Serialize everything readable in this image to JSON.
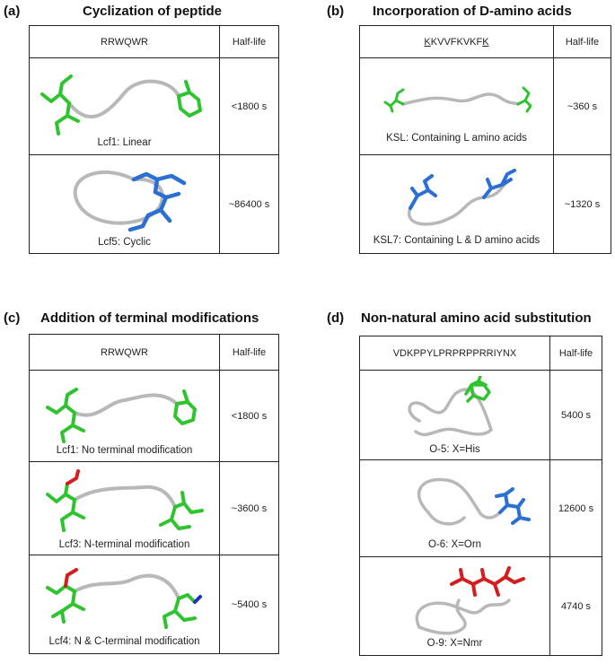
{
  "colors": {
    "green": "#2fc42f",
    "blue": "#2b6fd3",
    "red": "#d21e1e",
    "backbone": "#b8b8b8"
  },
  "panels": [
    {
      "label": "(a)",
      "title": "Cyclization of peptide",
      "seq": "RRWQWR",
      "hl_header": "Half-life",
      "rows": [
        {
          "caption": "Lcf1: Linear",
          "half_life": "<1800 s"
        },
        {
          "caption": "Lcf5: Cyclic",
          "half_life": "~86400 s"
        }
      ]
    },
    {
      "label": "(b)",
      "title": "Incorporation of D-amino acids",
      "seq_first": "K",
      "seq_mid": "KVVFKVKF",
      "seq_last": "K",
      "hl_header": "Half-life",
      "rows": [
        {
          "caption": "KSL: Containing L amino acids",
          "half_life": "~360 s"
        },
        {
          "caption": "KSL7: Containing L & D amino acids",
          "half_life": "~1320 s"
        }
      ]
    },
    {
      "label": "(c)",
      "title": "Addition of terminal modifications",
      "seq": "RRWQWR",
      "hl_header": "Half-life",
      "rows": [
        {
          "caption": "Lcf1: No terminal modification",
          "half_life": "<1800 s"
        },
        {
          "caption": "Lcf3: N-terminal modification",
          "half_life": "~3600 s"
        },
        {
          "caption": "Lcf4: N & C-terminal modification",
          "half_life": "~5400 s"
        }
      ]
    },
    {
      "label": "(d)",
      "title": "Non-natural amino acid substitution",
      "seq": "VDKPPYLPRPRPPRRIYNX",
      "hl_header": "Half-life",
      "rows": [
        {
          "caption": "O-5: X=His",
          "half_life": "5400 s"
        },
        {
          "caption": "O-6: X=Orn",
          "half_life": "12600 s"
        },
        {
          "caption": "O-9: X=Nmr",
          "half_life": "4740 s"
        }
      ]
    }
  ]
}
